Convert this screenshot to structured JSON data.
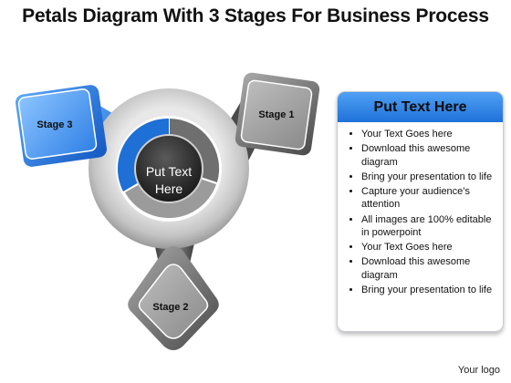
{
  "title": "Petals Diagram With 3 Stages For Business Process",
  "center": {
    "line1": "Put Text",
    "line2": "Here"
  },
  "stages": [
    {
      "label": "Stage 1",
      "color": "#7a7a7a"
    },
    {
      "label": "Stage 2",
      "color": "#7a7a7a"
    },
    {
      "label": "Stage 3",
      "color": "#1e6fd6"
    }
  ],
  "panel": {
    "heading": "Put Text Here",
    "items": [
      "Your Text Goes here",
      "Download this awesome diagram",
      "Bring your presentation to life",
      "Capture your audience’s attention",
      "All images are 100% editable in powerpoint",
      "Your Text Goes here",
      "Download this awesome diagram",
      "Bring your presentation to life"
    ]
  },
  "logo": "Your logo",
  "colors": {
    "accent": "#1e6fd6",
    "gray": "#7a7a7a",
    "dark": "#333333"
  }
}
